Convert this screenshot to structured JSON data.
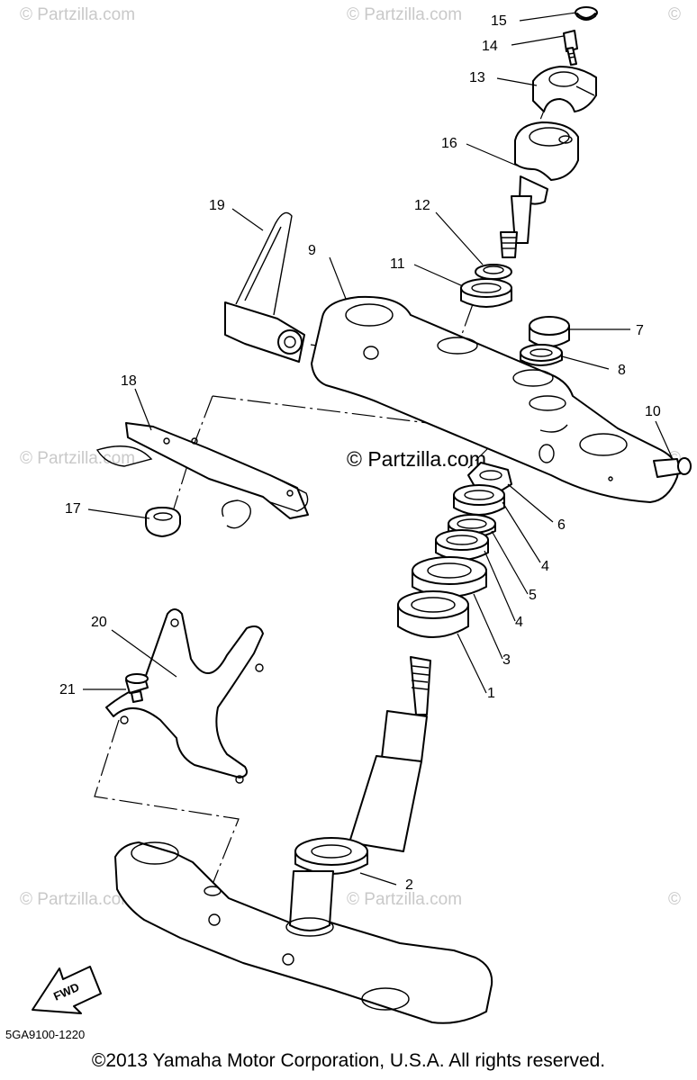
{
  "watermark": "© Partzilla.com",
  "callouts": [
    "1",
    "2",
    "3",
    "4",
    "4",
    "5",
    "6",
    "7",
    "8",
    "9",
    "10",
    "11",
    "12",
    "13",
    "14",
    "15",
    "16",
    "17",
    "18",
    "19",
    "20",
    "21"
  ],
  "fwd_label": "FWD",
  "diagram_code": "5GA9100-1220",
  "copyright": "©2013  Yamaha Motor Corporation, U.S.A. All rights reserved."
}
